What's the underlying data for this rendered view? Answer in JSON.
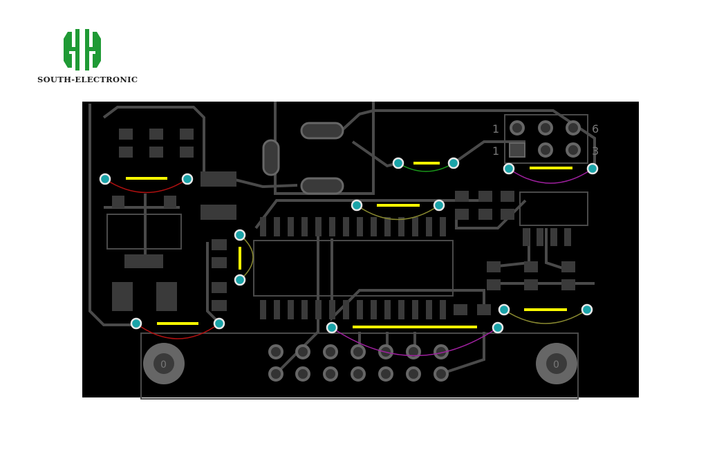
{
  "logo": {
    "company_name": "SOUTH-ELECTRONIC",
    "brand_color": "#1f9a35"
  },
  "pcb": {
    "board_color": "#000000",
    "trace_color": "#4a4a4a",
    "via_color": "#1aa3a8",
    "jumper_color": "#ffff00",
    "pin_header_labels": {
      "top_left": "1",
      "top_right": "6",
      "bottom_left": "1",
      "bottom_right": "3"
    },
    "mounting_hole_label": "0"
  }
}
